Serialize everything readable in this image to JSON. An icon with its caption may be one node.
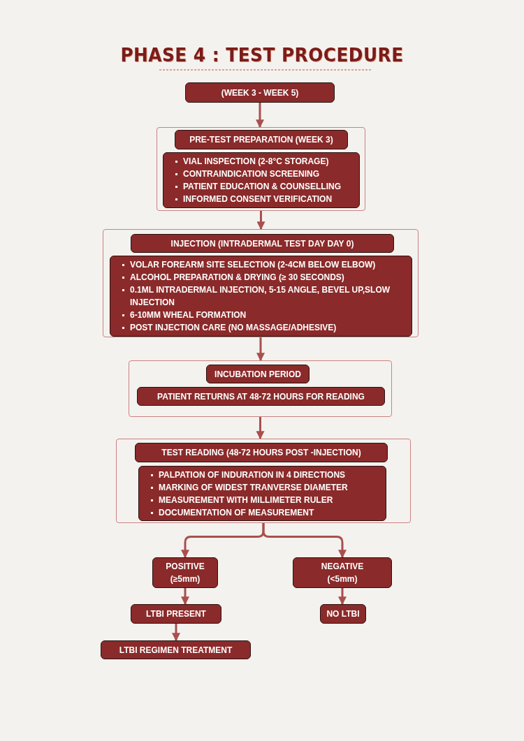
{
  "diagram": {
    "title": "PHASE 4 : TEST PROCEDURE",
    "nodes": [
      {
        "text": [
          "(WEEK 3 - WEEK 5)"
        ]
      },
      {
        "text": [],
        "shape": "box"
      },
      {
        "text": [
          "PRE-TEST PREPARATION (WEEK 3)"
        ],
        "in": 1
      },
      {
        "text": [
          "VIAL INSPECTION (2-8°C STORAGE)",
          "CONTRAINDICATION SCREENING",
          "PATIENT EDUCATION & COUNSELLING",
          "INFORMED CONSENT VERIFICATION"
        ],
        "in": 1
      },
      {
        "text": [],
        "shape": "box"
      },
      {
        "text": [
          "INJECTION (INTRADERMAL TEST DAY DAY 0)"
        ],
        "in": 4
      },
      {
        "text": [
          "VOLAR FOREARM SITE SELECTION (2-4CM BELOW ELBOW)",
          "ALCOHOL PREPARATION & DRYING (≥ 30 SECONDS)",
          "0.1ML INTRADERMAL INJECTION, 5-15 ANGLE, BEVEL UP,SLOW INJECTION",
          "6-10MM WHEAL FORMATION",
          "POST INJECTION CARE (NO MASSAGE/ADHESIVE)"
        ],
        "in": 4
      },
      {
        "text": [],
        "shape": "box"
      },
      {
        "text": [
          "INCUBATION PERIOD"
        ],
        "in": 7
      },
      {
        "text": [
          "PATIENT RETURNS AT 48-72 HOURS FOR READING"
        ],
        "in": 7
      },
      {
        "text": [],
        "shape": "box"
      },
      {
        "text": [
          "TEST READING (48-72 HOURS POST -INJECTION)"
        ],
        "in": 10
      },
      {
        "text": [
          "PALPATION OF INDURATION IN 4 DIRECTIONS",
          "MARKING OF WIDEST TRANVERSE DIAMETER",
          "MEASUREMENT WITH MILLIMETER RULER",
          "DOCUMENTATION OF MEASUREMENT"
        ],
        "in": 10
      },
      {
        "text": [
          "POSITIVE",
          "(≥5mm)"
        ]
      },
      {
        "text": [
          "NEGATIVE",
          "(<5mm)"
        ]
      },
      {
        "text": [
          "LTBI PRESENT"
        ]
      },
      {
        "text": [
          "NO LTBI"
        ]
      },
      {
        "text": [
          "LTBI REGIMEN TREATMENT"
        ]
      }
    ],
    "edges": [
      {
        "from": 0,
        "to": 1,
        "arrow": "to"
      },
      {
        "from": 1,
        "to": 4,
        "arrow": "to"
      },
      {
        "from": 4,
        "to": 7,
        "arrow": "to"
      },
      {
        "from": 7,
        "to": 10,
        "arrow": "to"
      },
      {
        "from": 10,
        "to": 13,
        "arrow": "to"
      },
      {
        "from": 10,
        "to": 14,
        "arrow": "to"
      },
      {
        "from": 13,
        "to": 15,
        "arrow": "to"
      },
      {
        "from": 14,
        "to": 16,
        "arrow": "to"
      },
      {
        "from": 15,
        "to": 17,
        "arrow": "to"
      }
    ]
  }
}
